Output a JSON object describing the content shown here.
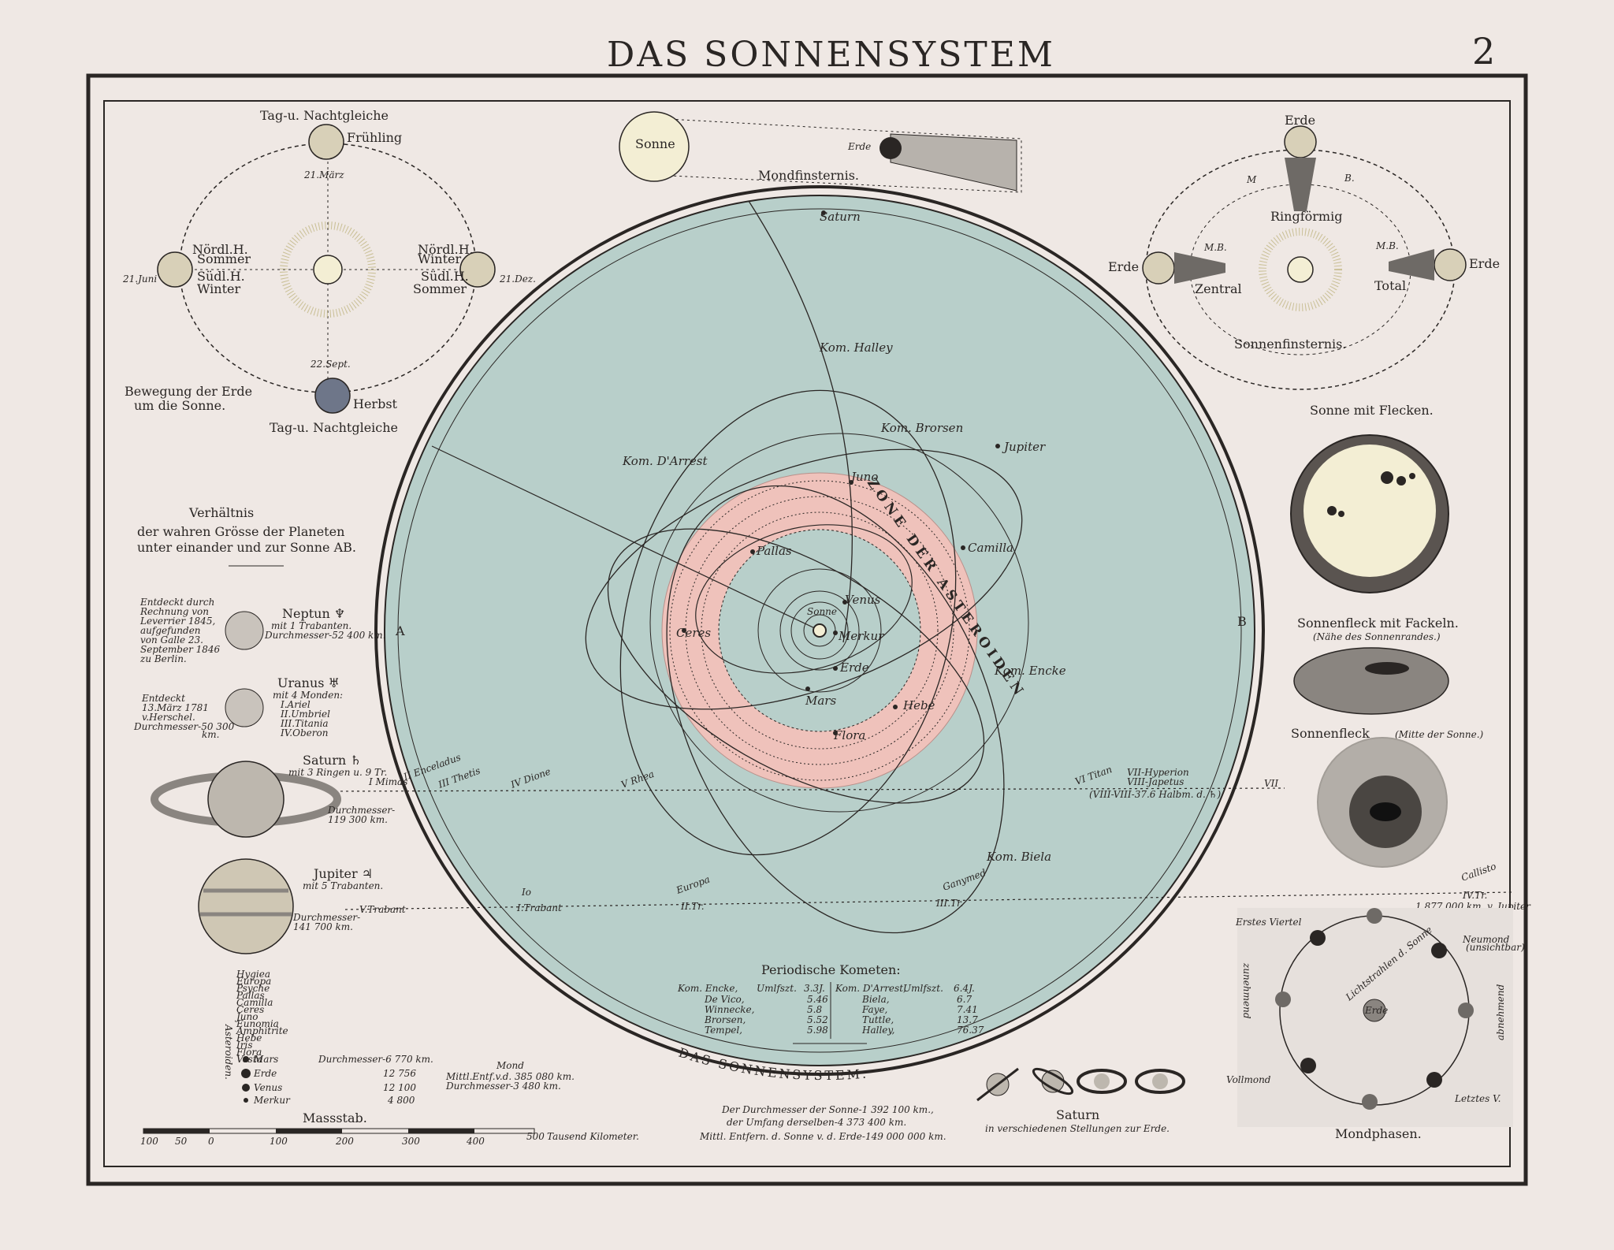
{
  "title": "DAS SONNENSYSTEM",
  "plate_number": "2",
  "season_diagram": {
    "top_label": "Tag-u. Nachtgleiche",
    "spring": "Frühling",
    "spring_date": "21.März",
    "left_h1": "Nördl.H.",
    "left_h1b": "Sommer",
    "left_h2": "Südl.H.",
    "left_h2b": "Winter",
    "left_date": "21.Juni",
    "right_h1": "Nördl.H.",
    "right_h1b": "Winter",
    "right_h2": "Südl.H.",
    "right_h2b": "Sommer",
    "right_date": "21.Dez.",
    "autumn_date": "22.Sept.",
    "autumn": "Herbst",
    "bottom_label": "Tag-u. Nachtgleiche",
    "caption_1": "Bewegung der Erde",
    "caption_2": "um die Sonne."
  },
  "lunar_eclipse": {
    "sun": "Sonne",
    "earth": "Erde",
    "caption": "Mondfinsternis."
  },
  "solar_eclipse": {
    "earth_top": "Erde",
    "m": "M",
    "b": "B.",
    "ring": "Ringförmig",
    "mb_left": "M.B.",
    "mb_right": "M.B.",
    "earth_left": "Erde",
    "earth_right": "Erde",
    "central": "Zentral",
    "total": "Total",
    "caption": "Sonnenfinsternis."
  },
  "sun_spots": {
    "title": "Sonne mit Flecken.",
    "facula_title": "Sonnenfleck mit Fackeln.",
    "facula_note": "(Nähe des Sonnenrandes.)",
    "center_title": "Sonnenfleck",
    "center_note": "(Mitte der Sonne.)"
  },
  "size_comparison": {
    "title": "Verhältnis",
    "line2": "der wahren Grösse der Planeten",
    "line3": "unter einander und zur Sonne AB.",
    "neptune_name": "Neptun ♆",
    "neptune_sub": "mit 1 Trabanten.",
    "neptune_diam": "Durchmesser-52 400 km.",
    "neptune_note": [
      "Entdeckt durch",
      "Rechnung von",
      "Leverrier 1845,",
      "aufgefunden",
      "von Galle 23.",
      "September 1846",
      "zu Berlin."
    ],
    "uranus_name": "Uranus ♅",
    "uranus_sub": "mit 4 Monden:",
    "uranus_moons": [
      "I.Ariel",
      "II.Umbriel",
      "III.Titania",
      "IV.Oberon"
    ],
    "uranus_note": [
      "Entdeckt",
      "13.März 1781",
      "v.Herschel.",
      "Durchmesser-50 300",
      "km."
    ],
    "saturn_name": "Saturn ♄",
    "saturn_sub": "mit 3 Ringen u. 9 Tr.",
    "saturn_diam_1": "Durchmesser-",
    "saturn_diam_2": "119 300 km.",
    "jupiter_name": "Jupiter ♃",
    "jupiter_sub": "mit 5 Trabanten.",
    "jupiter_diam_1": "Durchmesser-",
    "jupiter_diam_2": "141 700 km.",
    "asteroid_list": [
      "Hygiea",
      "Europa",
      "Psyche",
      "Pallas",
      "Camilla",
      "Ceres",
      "Juno",
      "Eunomia",
      "Amphitrite",
      "Hebe",
      "Iris",
      "Flora",
      "Vesta"
    ],
    "asteroid_caption": "Asteroiden.",
    "mars": "Mars",
    "mars_diam": "Durchmesser-6 770 km.",
    "erde": "Erde",
    "erde_diam": "12 756",
    "venus": "Venus",
    "venus_diam": "12 100",
    "merkur": "Merkur",
    "merkur_diam": "4 800",
    "mond": "Mond",
    "mond_1": "Mittl.Entf.v.d. 385 080 km.",
    "mond_2": "Durchmesser-3 480 km."
  },
  "scale": {
    "title": "Massstab.",
    "ticks": [
      "100",
      "50",
      "0",
      "100",
      "200",
      "300",
      "400",
      "500"
    ],
    "unit": "Tausend Kilometer."
  },
  "solar_system": {
    "caption": "DAS SONNENSYSTEM.",
    "zone": "ZONE DER ASTEROIDEN",
    "a": "A",
    "b": "B",
    "labels": {
      "saturn": "Saturn",
      "halley": "Kom. Halley",
      "brorsen": "Kom. Brorsen",
      "jupiter": "Jupiter",
      "darrest": "Kom. D'Arrest",
      "juno": "Juno",
      "camilla": "Camilla",
      "pallas": "Pallas",
      "venus": "Venus",
      "sonne": "Sonne",
      "merkur": "Merkur",
      "ceres": "Ceres",
      "erde": "Erde",
      "encke": "Kom. Encke",
      "mars": "Mars",
      "hebe": "Hebe",
      "flora": "Flora",
      "biela": "Kom. Biela"
    },
    "saturn_moons": [
      "I Mimas",
      "II Enceladus",
      "III Thetis",
      "IV Dione",
      "V Rhea",
      "VI Titan",
      "VII-Hyperion",
      "VIII-Japetus",
      "VII"
    ],
    "saturn_moon_note": "(VIII-VIII-37.6 Halbm. d. ♄)",
    "jupiter_moons": [
      "V.Trabant",
      "Io",
      "I.Trabant",
      "Europa",
      "II.Tr.",
      "Ganymed",
      "III.Tr.",
      "Callisto",
      "IV.Tr."
    ],
    "jupiter_moon_note": "1 877 000 km. v. Jupiter"
  },
  "comet_table": {
    "title": "Periodische Kometen:",
    "headers": [
      "Kom. Encke,",
      "Umlfszt.",
      "3.3J.",
      "Kom. D'Arrest,",
      "Umlfszt.",
      "6.4J."
    ],
    "rows": [
      [
        "De Vico,",
        "5.46"
      ],
      [
        "Winnecke,",
        "5.8"
      ],
      [
        "Brorsen,",
        "5.52"
      ],
      [
        "Tempel,",
        "5.98"
      ],
      [
        "Biela,",
        "6.7"
      ],
      [
        "Faye,",
        "7.41"
      ],
      [
        "Tuttle,",
        "13.7"
      ],
      [
        "Halley,",
        "76.37"
      ]
    ]
  },
  "sun_facts": {
    "line1": "Der Durchmesser der Sonne-1 392 100 km.,",
    "line2": "der Umfang derselben-4 373 400 km.",
    "line3": "Mittl. Entfern. d. Sonne v. d. Erde-149 000 000 km."
  },
  "saturn_positions": {
    "title": "Saturn",
    "caption": "in verschiedenen Stellungen zur Erde."
  },
  "moon_phases": {
    "title": "Mondphasen.",
    "first": "Erstes Viertel",
    "new": "Neumond",
    "new_note": "(unsichtbar)",
    "full": "Vollmond",
    "last": "Letztes V.",
    "waxing": "zunehmend",
    "waning": "abnehmend",
    "rays": "Lichtstrahlen d. Sonne",
    "earth": "Erde"
  },
  "colors": {
    "paper": "#efe8e4",
    "sky": "#b8cfca",
    "zone": "#efc2bb",
    "ink": "#2a2624",
    "sun": "#f3eed4"
  }
}
